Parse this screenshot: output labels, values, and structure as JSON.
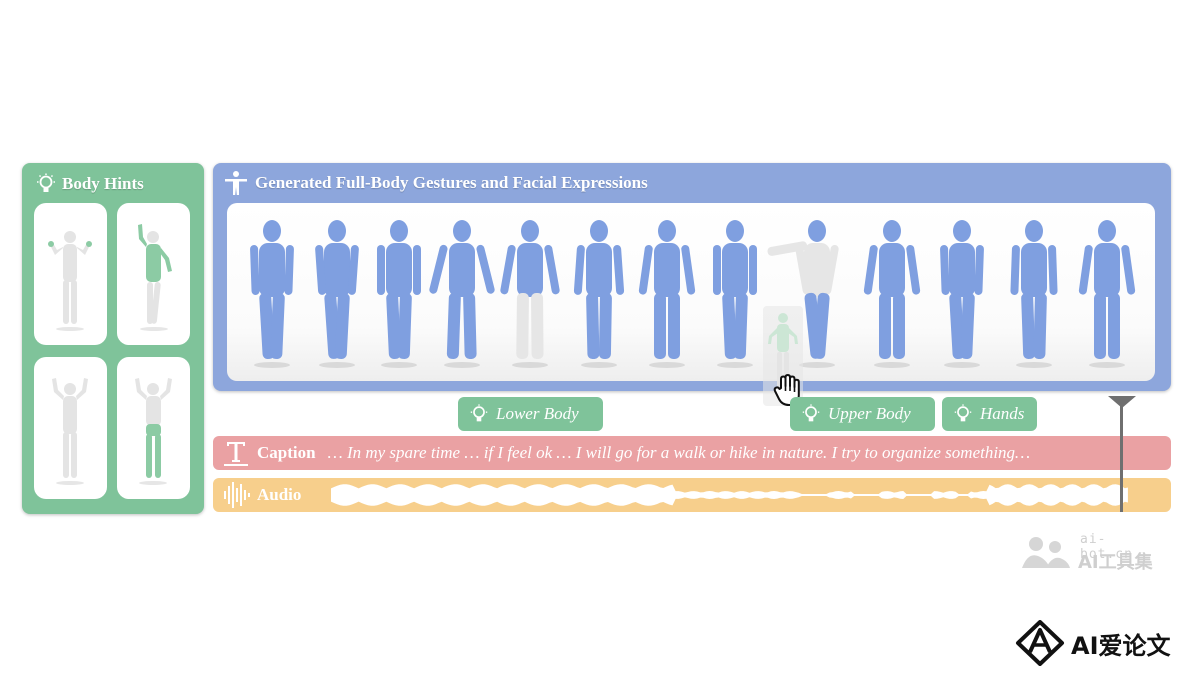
{
  "body_hints": {
    "title": "Body Hints",
    "icon": "lightbulb-icon"
  },
  "generated": {
    "title": "Generated Full-Body Gestures and Facial Expressions",
    "icon": "person-icon"
  },
  "hint_chips": [
    {
      "label": "Lower Body",
      "icon": "lightbulb-icon"
    },
    {
      "label": "Upper Body",
      "icon": "lightbulb-icon"
    },
    {
      "label": "Hands",
      "icon": "lightbulb-icon"
    }
  ],
  "caption": {
    "label": "Caption",
    "icon": "text-icon",
    "text": "… In my spare time … if I feel ok  … I will go for a walk or hike in nature. I try to organize something…"
  },
  "audio": {
    "label": "Audio",
    "icon": "waveform-icon"
  },
  "watermarks": {
    "site_url": "ai-bot.cn",
    "site_name": "AI工具集",
    "brand": "AI爱论文"
  },
  "colors": {
    "hints_green": "#7fc39a",
    "generated_blue": "#8da6dc",
    "caption_red": "#eaa1a3",
    "audio_orange": "#f7cf8c",
    "figure_blue": "#7f9fe0",
    "figure_gray": "#e6e6e6"
  }
}
